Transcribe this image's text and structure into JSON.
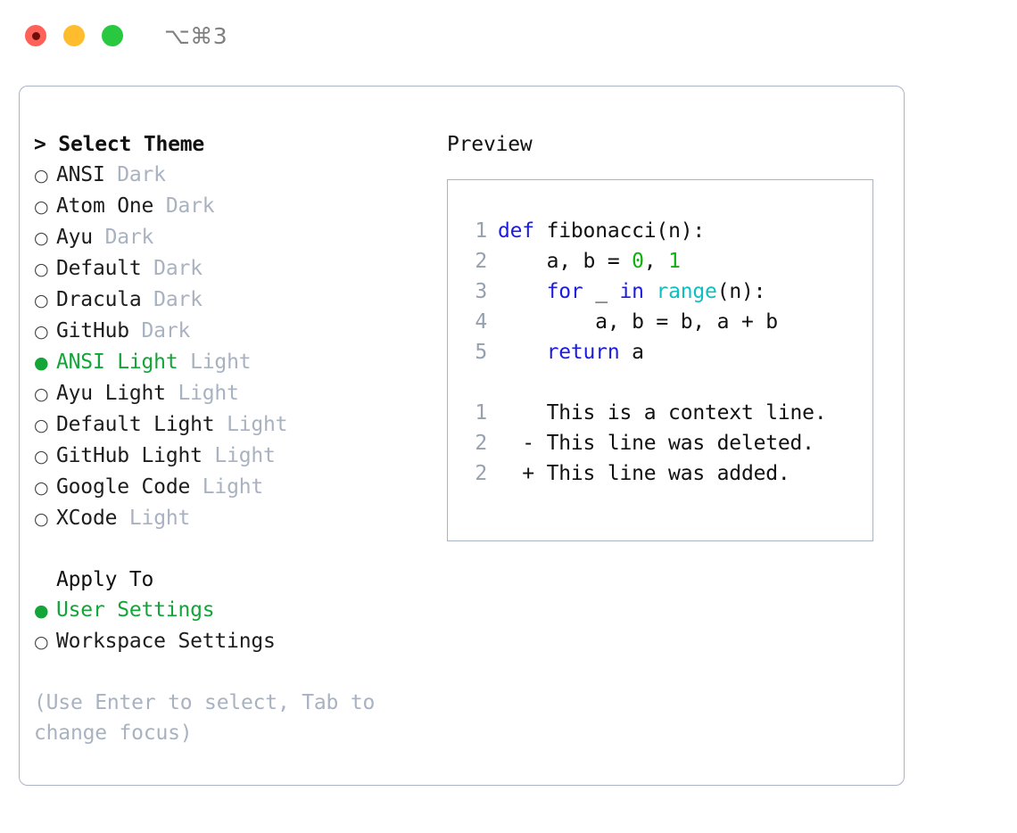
{
  "window": {
    "title": "⌥⌘3",
    "traffic_lights": [
      {
        "name": "close",
        "color": "#ff6159"
      },
      {
        "name": "minimize",
        "color": "#ffbd2e"
      },
      {
        "name": "zoom",
        "color": "#28c840"
      }
    ]
  },
  "theme_panel": {
    "header": "> Select Theme",
    "items": [
      {
        "bullet": "○",
        "name": "ANSI",
        "variant": " Dark",
        "selected": false
      },
      {
        "bullet": "○",
        "name": "Atom One",
        "variant": " Dark",
        "selected": false
      },
      {
        "bullet": "○",
        "name": "Ayu",
        "variant": " Dark",
        "selected": false
      },
      {
        "bullet": "○",
        "name": "Default",
        "variant": " Dark",
        "selected": false
      },
      {
        "bullet": "○",
        "name": "Dracula",
        "variant": " Dark",
        "selected": false
      },
      {
        "bullet": "○",
        "name": "GitHub",
        "variant": " Dark",
        "selected": false
      },
      {
        "bullet": "●",
        "name": "ANSI Light",
        "variant": " Light",
        "selected": true
      },
      {
        "bullet": "○",
        "name": "Ayu Light",
        "variant": " Light",
        "selected": false
      },
      {
        "bullet": "○",
        "name": "Default Light",
        "variant": " Light",
        "selected": false
      },
      {
        "bullet": "○",
        "name": "GitHub Light",
        "variant": " Light",
        "selected": false
      },
      {
        "bullet": "○",
        "name": "Google Code",
        "variant": " Light",
        "selected": false
      },
      {
        "bullet": "○",
        "name": "XCode",
        "variant": " Light",
        "selected": false
      }
    ]
  },
  "apply_to": {
    "header": "Apply To",
    "items": [
      {
        "bullet": "●",
        "name": "User Settings",
        "variant": "",
        "selected": true
      },
      {
        "bullet": "○",
        "name": "Workspace Settings",
        "variant": "",
        "selected": false
      }
    ]
  },
  "hint": "(Use Enter to select, Tab to change focus)",
  "preview": {
    "header": "Preview",
    "code_lines": [
      {
        "num": "1",
        "tokens": [
          {
            "t": "def",
            "c": "kw"
          },
          {
            "t": " fibonacci(n):",
            "c": "pl"
          }
        ]
      },
      {
        "num": "2",
        "tokens": [
          {
            "t": "    a, b = ",
            "c": "pl"
          },
          {
            "t": "0",
            "c": "num"
          },
          {
            "t": ", ",
            "c": "pl"
          },
          {
            "t": "1",
            "c": "num"
          }
        ]
      },
      {
        "num": "3",
        "tokens": [
          {
            "t": "    ",
            "c": "pl"
          },
          {
            "t": "for",
            "c": "kw"
          },
          {
            "t": " _ ",
            "c": "pl"
          },
          {
            "t": "in",
            "c": "kw"
          },
          {
            "t": " ",
            "c": "pl"
          },
          {
            "t": "range",
            "c": "fn"
          },
          {
            "t": "(n):",
            "c": "pl"
          }
        ]
      },
      {
        "num": "4",
        "tokens": [
          {
            "t": "        a, b = b, a + b",
            "c": "pl"
          }
        ]
      },
      {
        "num": "5",
        "tokens": [
          {
            "t": "    ",
            "c": "pl"
          },
          {
            "t": "return",
            "c": "kw"
          },
          {
            "t": " a",
            "c": "pl"
          }
        ]
      }
    ],
    "diff_lines": [
      {
        "num": "1",
        "marker": "  ",
        "text": "This is a context line.",
        "kind": "ctx"
      },
      {
        "num": "2",
        "marker": "- ",
        "text": "This line was deleted.",
        "kind": "del"
      },
      {
        "num": "2",
        "marker": "+ ",
        "text": "This line was added.",
        "kind": "add"
      }
    ]
  },
  "colors": {
    "accent_green": "#13a538",
    "muted": "#a8b2c1",
    "border": "#aab4c4",
    "keyword": "#1c1ce0",
    "function": "#0fbfbf",
    "number": "#10b010",
    "diff_deleted": "#c01414",
    "diff_added": "#0ec40e",
    "diff_context": "#808080"
  }
}
